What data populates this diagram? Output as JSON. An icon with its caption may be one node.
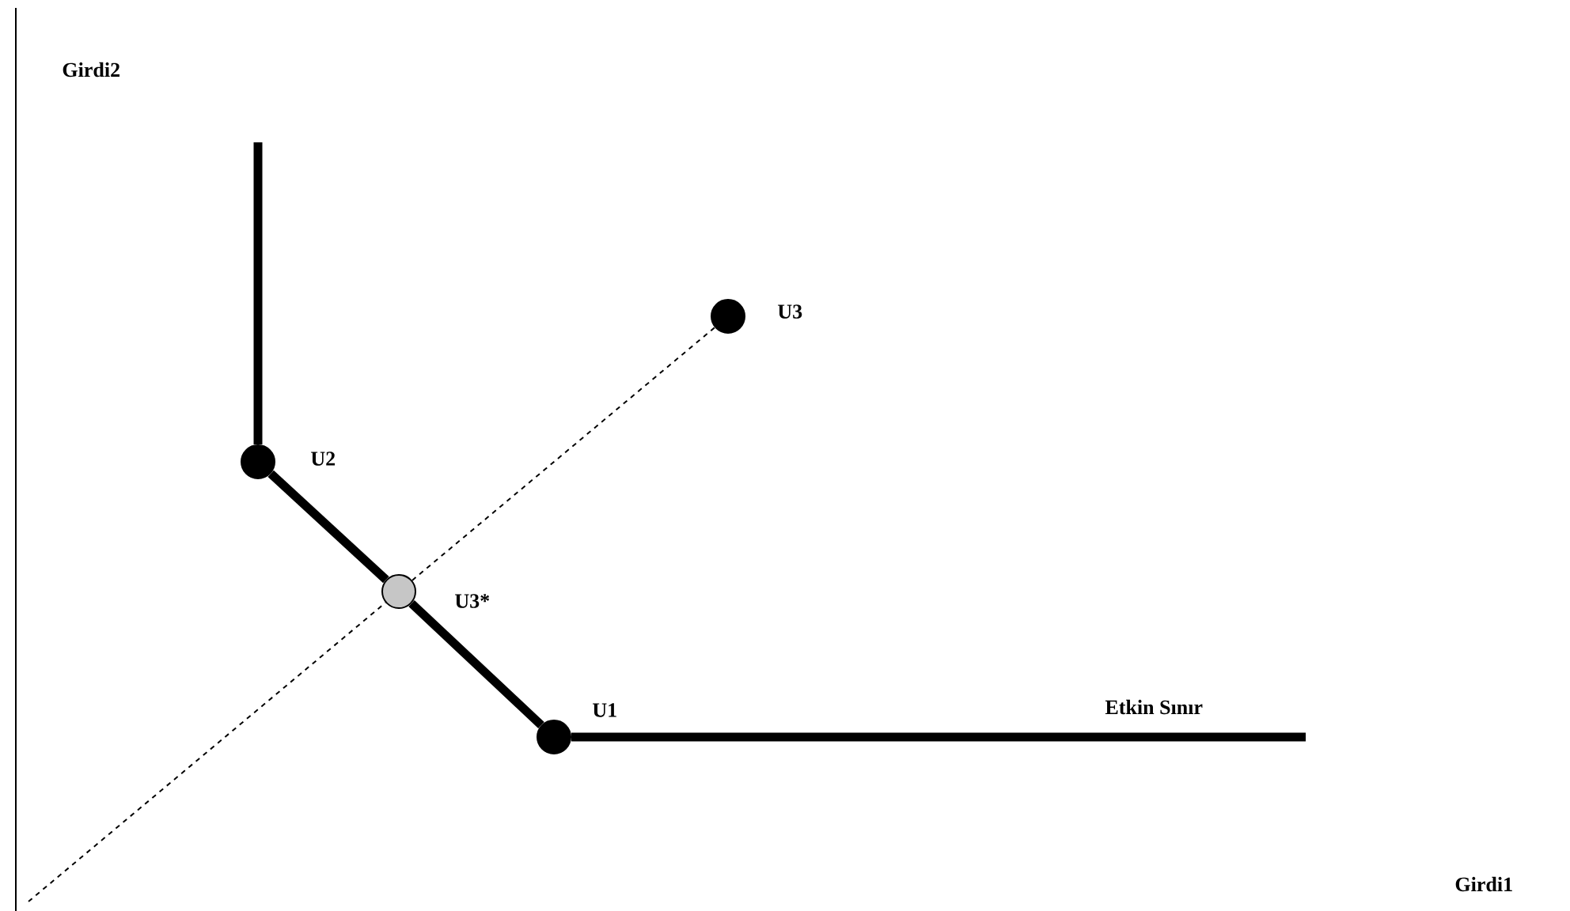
{
  "diagram": {
    "nodes": [
      {
        "text": [],
        "shape": "circle",
        "beside": [
          "U3"
        ]
      },
      {
        "text": [],
        "shape": "circle",
        "beside": [
          "U2"
        ]
      },
      {
        "text": [],
        "shape": "circle",
        "beside": [
          "U3*"
        ]
      },
      {
        "text": [],
        "shape": "circle",
        "beside": [
          "U1"
        ]
      }
    ],
    "edges": [
      {
        "from": null,
        "to": 1,
        "arrow": "none"
      },
      {
        "from": 1,
        "to": 2,
        "arrow": "none"
      },
      {
        "from": 2,
        "to": 3,
        "arrow": "none"
      },
      {
        "from": 3,
        "to": null,
        "arrow": "none"
      },
      {
        "from": null,
        "to": 2,
        "arrow": "none",
        "style": "dashed"
      },
      {
        "from": 2,
        "to": 0,
        "arrow": "none",
        "style": "dashed"
      }
    ],
    "labels": [
      "Girdi2",
      "Etkin Sınır",
      "Girdi1"
    ]
  }
}
